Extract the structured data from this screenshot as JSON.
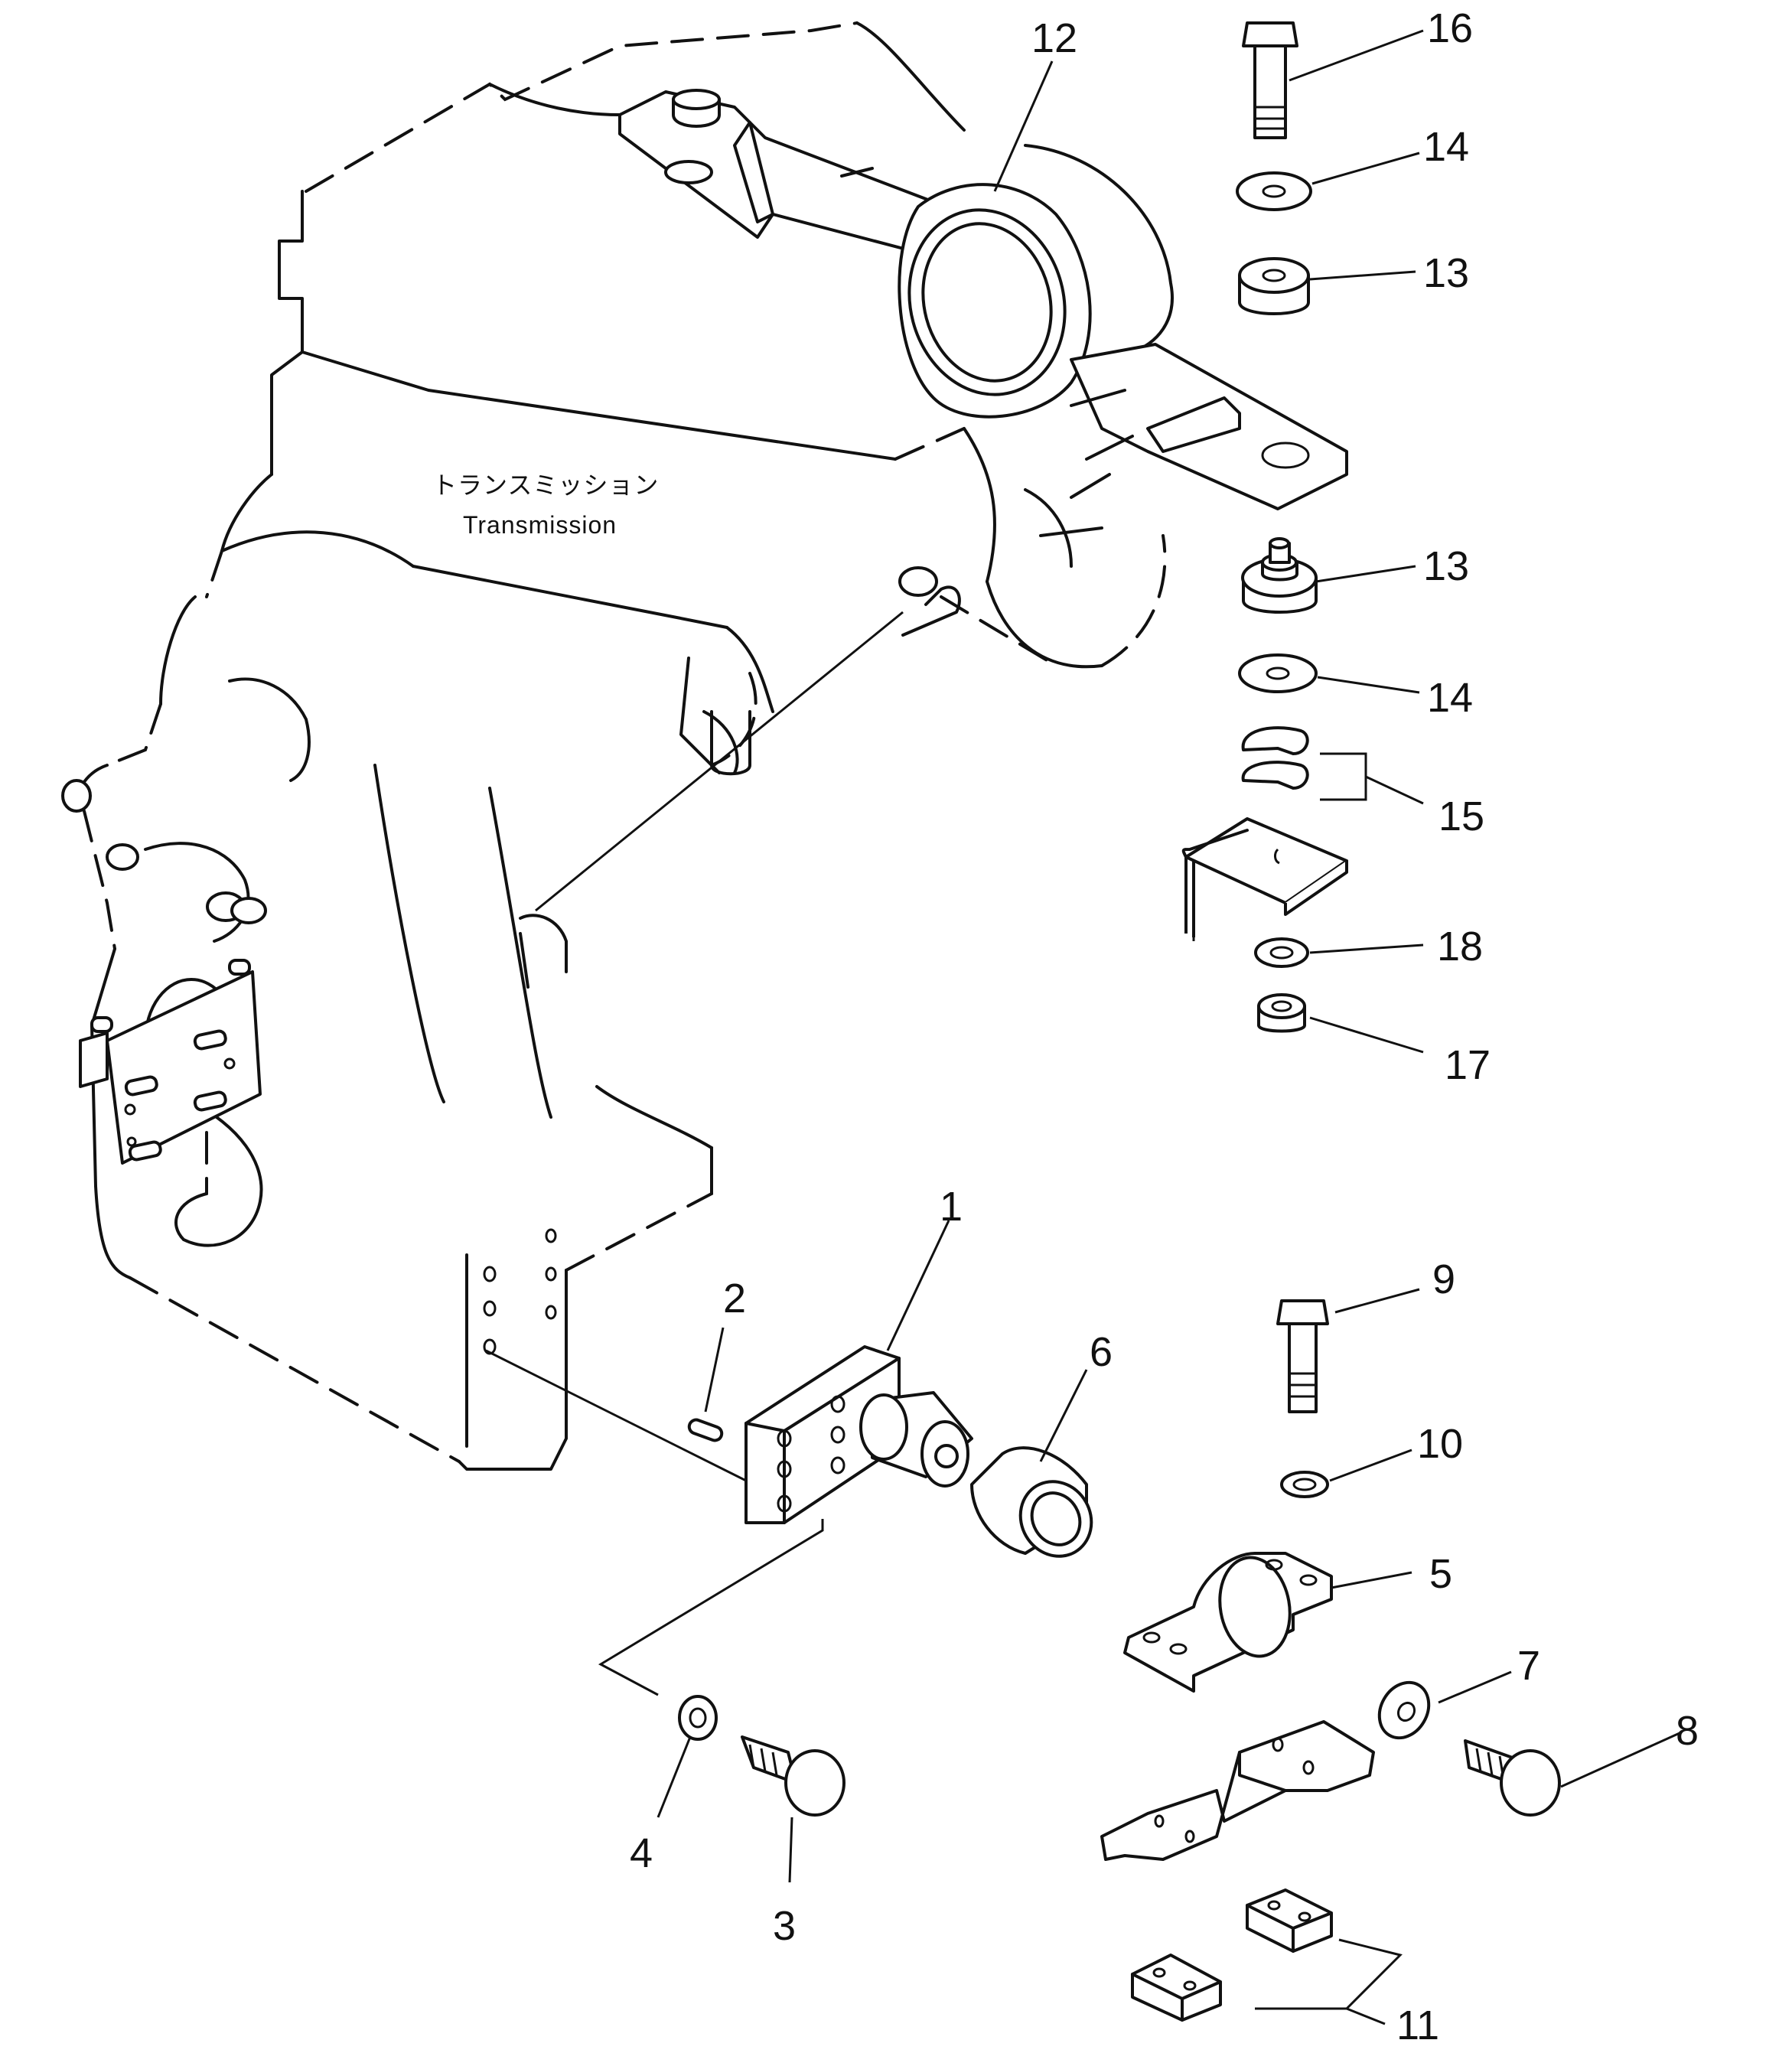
{
  "assembly": {
    "label_jp": "トランスミッション",
    "label_en": "Transmission"
  },
  "callouts": [
    {
      "id": "c1",
      "text": "1"
    },
    {
      "id": "c2",
      "text": "2"
    },
    {
      "id": "c3",
      "text": "3"
    },
    {
      "id": "c4",
      "text": "4"
    },
    {
      "id": "c5",
      "text": "5"
    },
    {
      "id": "c6",
      "text": "6"
    },
    {
      "id": "c7",
      "text": "7"
    },
    {
      "id": "c8",
      "text": "8"
    },
    {
      "id": "c9",
      "text": "9"
    },
    {
      "id": "c10",
      "text": "10"
    },
    {
      "id": "c11",
      "text": "11"
    },
    {
      "id": "c12",
      "text": "12"
    },
    {
      "id": "c13a",
      "text": "13"
    },
    {
      "id": "c13b",
      "text": "13"
    },
    {
      "id": "c14a",
      "text": "14"
    },
    {
      "id": "c14b",
      "text": "14"
    },
    {
      "id": "c15",
      "text": "15"
    },
    {
      "id": "c16",
      "text": "16"
    },
    {
      "id": "c17",
      "text": "17"
    },
    {
      "id": "c18",
      "text": "18"
    }
  ]
}
